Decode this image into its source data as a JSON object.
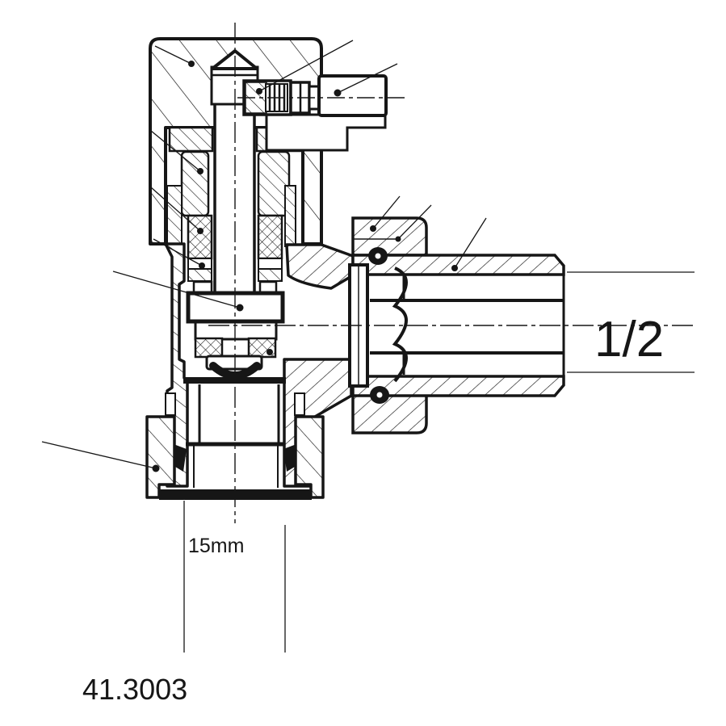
{
  "drawing": {
    "kind": "angle-valve-cross-section",
    "part_number_label": "41.3003",
    "dimension_labels": {
      "thread_size": "1/2",
      "tube_diameter": "15mm"
    },
    "colors": {
      "line": "#161616",
      "background": "#ffffff"
    },
    "parts": [
      "protective-cap",
      "valve-spindle",
      "bonnet",
      "gland-packing",
      "gland-nut",
      "valve-disc",
      "valve-body",
      "drain-screw",
      "union-nut",
      "o-ring-seal",
      "male-thread-tailpiece",
      "compression-nut",
      "tube-end"
    ]
  }
}
